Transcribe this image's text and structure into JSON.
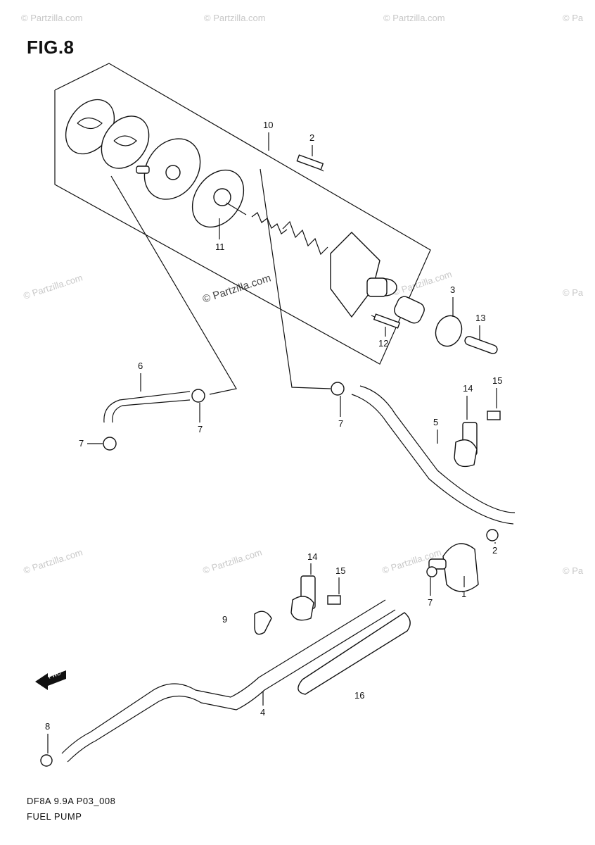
{
  "figure": {
    "title": "FIG.8"
  },
  "footer": {
    "code": "DF8A 9.9A P03_008",
    "name": "FUEL PUMP"
  },
  "watermarks": {
    "main": "© Partzilla.com",
    "side": "© Pa",
    "short": "© Partzilla.co"
  },
  "fwd_label": "FWD",
  "callouts": {
    "c1": "1",
    "c2a": "2",
    "c2b": "2",
    "c3": "3",
    "c4": "4",
    "c5": "5",
    "c6": "6",
    "c7a": "7",
    "c7b": "7",
    "c7c": "7",
    "c7d": "7",
    "c8": "8",
    "c9": "9",
    "c10": "10",
    "c11": "11",
    "c12": "12",
    "c13": "13",
    "c14a": "14",
    "c14b": "14",
    "c15a": "15",
    "c15b": "15",
    "c16": "16"
  }
}
